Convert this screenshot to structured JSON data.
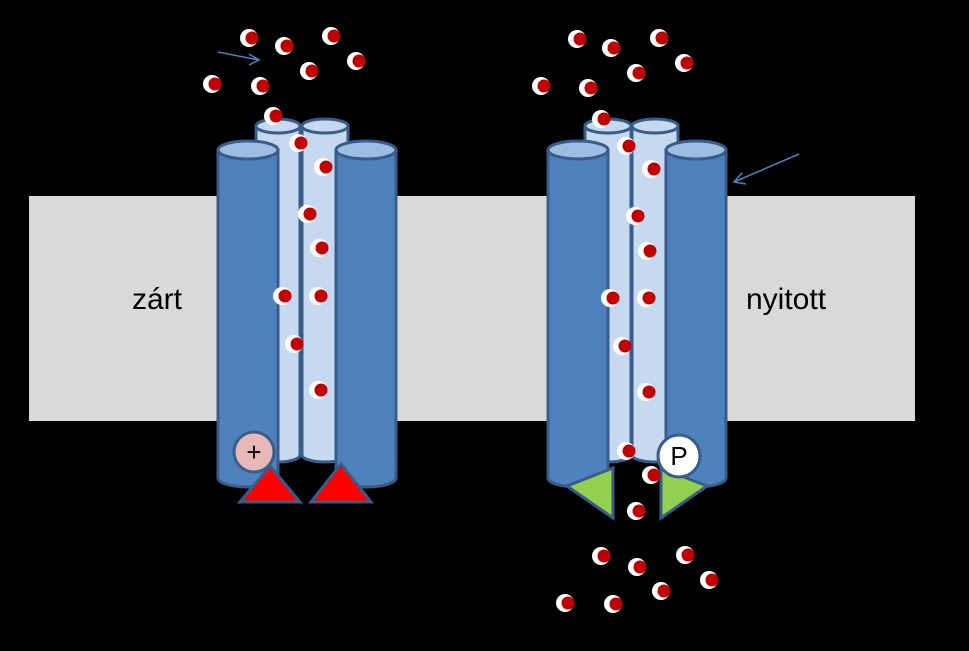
{
  "labels": {
    "closed": "zárt",
    "open": "nyitott",
    "plus": "+",
    "phospho": "P"
  },
  "colors": {
    "background": "#000000",
    "membrane": "#d9d9d9",
    "helix_dark": "#4f81bd",
    "helix_dark_stroke": "#385d8a",
    "helix_light": "#c6d9f1",
    "helix_top": "#9dbde3",
    "ion_fill": "#c00000",
    "ion_ring": "#ffffff",
    "triangle_red": "#ff0000",
    "triangle_green": "#92d050",
    "plus_circle": "#e6b9b8"
  },
  "icons": [
    "ion-icon",
    "arrow-icon",
    "triangle-icon",
    "phospho-circle-icon",
    "plus-circle-icon"
  ]
}
